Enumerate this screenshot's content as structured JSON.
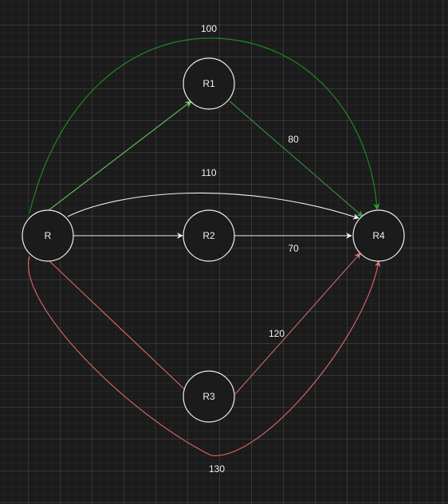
{
  "nodes": {
    "r": {
      "label": "R"
    },
    "r1": {
      "label": "R1"
    },
    "r2": {
      "label": "R2"
    },
    "r3": {
      "label": "R3"
    },
    "r4": {
      "label": "R4"
    }
  },
  "edge_labels": {
    "green_curve": "100",
    "r1_r4": "80",
    "white_curve": "110",
    "r2_r4": "70",
    "r3_r4": "120",
    "red_curve": "130"
  },
  "colors": {
    "green_dark": "#1e8a1e",
    "green_light": "#5fb85f",
    "green_mid": "#3d8a3d",
    "white": "#f0f0f0",
    "red": "#e06666",
    "red_dark": "#c86b6b"
  }
}
